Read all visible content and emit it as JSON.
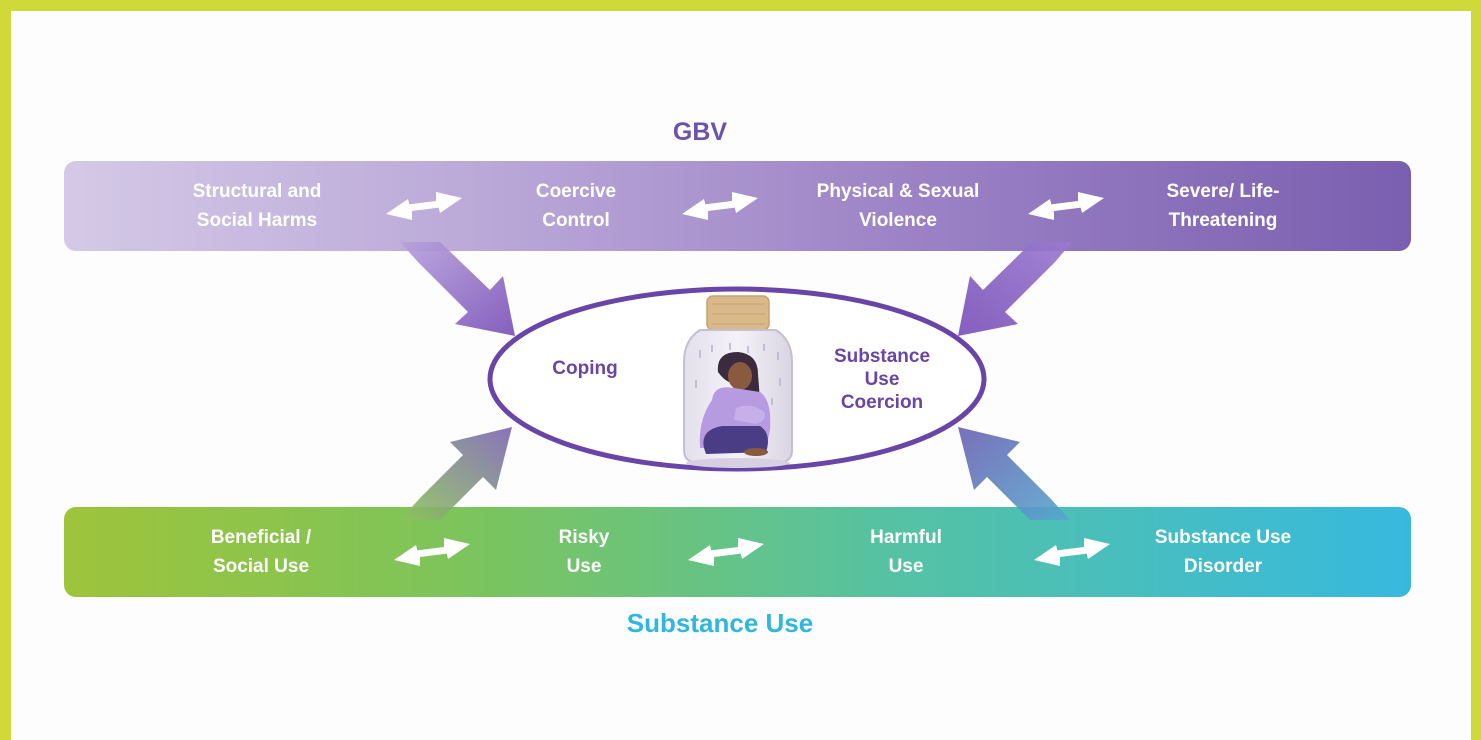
{
  "gbv": {
    "title": "GBV",
    "stages": [
      {
        "line1": "Structural and",
        "line2": "Social Harms"
      },
      {
        "line1": "Coercive",
        "line2": "Control"
      },
      {
        "line1": "Physical & Sexual",
        "line2": "Violence"
      },
      {
        "line1": "Severe/ Life-",
        "line2": "Threatening"
      }
    ]
  },
  "substance_use": {
    "title": "Substance Use",
    "stages": [
      {
        "line1": "Beneficial /",
        "line2": "Social Use"
      },
      {
        "line1": "Risky",
        "line2": "Use"
      },
      {
        "line1": "Harmful",
        "line2": "Use"
      },
      {
        "line1": "Substance Use",
        "line2": "Disorder"
      }
    ]
  },
  "center": {
    "left_label": "Coping",
    "right_label": {
      "line1": "Substance",
      "line2": "Use",
      "line3": "Coercion"
    }
  },
  "colors": {
    "frame": "#cfd93a",
    "gbv_accent": "#6d52a8",
    "substance_accent": "#2fb7df",
    "ellipse_stroke": "#6a45a8"
  }
}
